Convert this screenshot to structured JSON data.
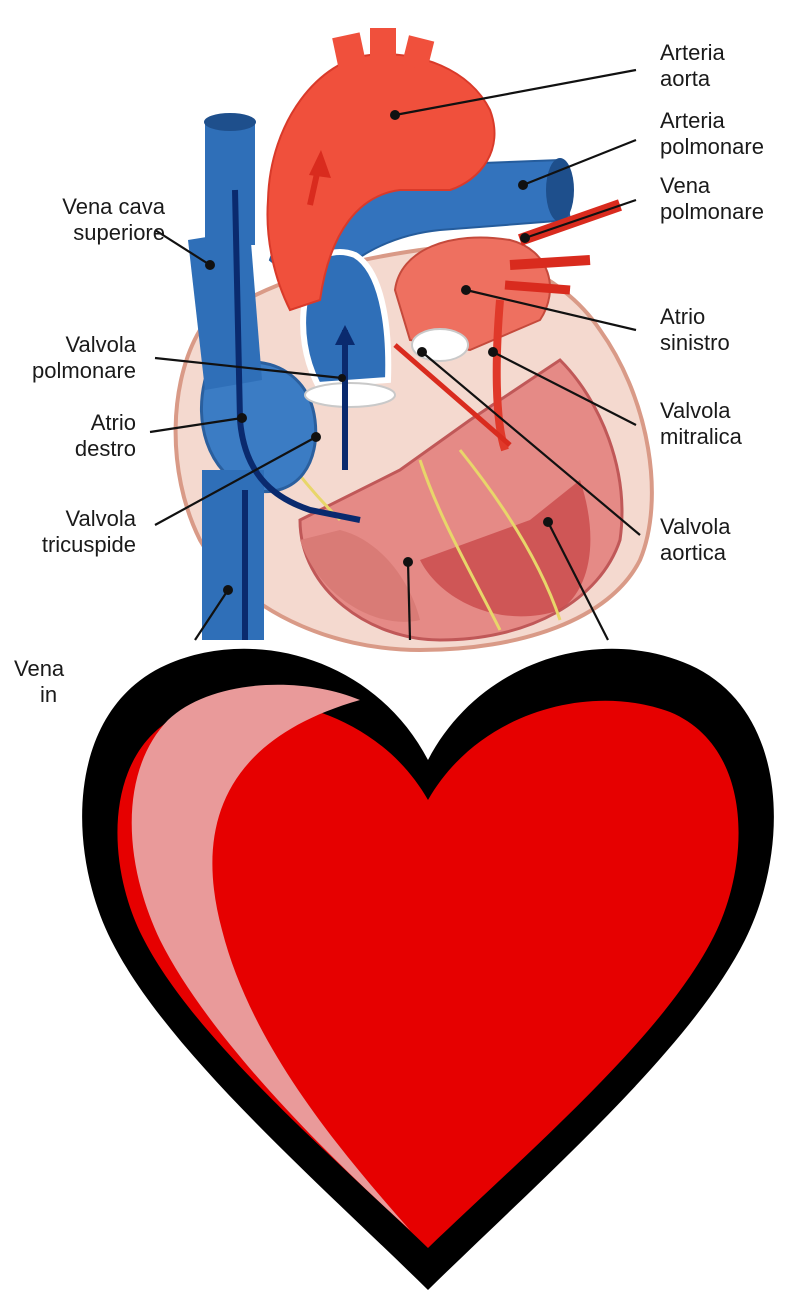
{
  "diagram": {
    "labels": [
      {
        "key": "arteria_aorta",
        "lines": [
          "Arteria",
          "aorta"
        ]
      },
      {
        "key": "arteria_polmonare",
        "lines": [
          "Arteria",
          "polmonare"
        ]
      },
      {
        "key": "vena_polmonare",
        "lines": [
          "Vena",
          "polmonare"
        ]
      },
      {
        "key": "vena_cava_superiore",
        "lines": [
          "Vena cava",
          "superiore"
        ]
      },
      {
        "key": "atrio_sinistro",
        "lines": [
          "Atrio",
          "sinistro"
        ]
      },
      {
        "key": "valvola_polmonare",
        "lines": [
          "Valvola",
          "polmonare"
        ]
      },
      {
        "key": "atrio_destro",
        "lines": [
          "Atrio",
          "destro"
        ]
      },
      {
        "key": "valvola_mitralica",
        "lines": [
          "Valvola",
          "mitralica"
        ]
      },
      {
        "key": "valvola_tricuspide",
        "lines": [
          "Valvola",
          "tricuspide"
        ]
      },
      {
        "key": "valvola_aortica",
        "lines": [
          "Valvola",
          "aortica"
        ]
      },
      {
        "key": "vena_cava_inferiore_cut",
        "lines": [
          "Vena",
          "in"
        ]
      }
    ]
  },
  "images": [
    {
      "name": "heart-anatomy-illustration",
      "kind": "anatomical diagram"
    },
    {
      "name": "heart-icon",
      "kind": "clip-art heart"
    }
  ],
  "colors": {
    "artery_red": "#f0503c",
    "vein_blue": "#2f6fb8",
    "heart_red": "#e60000",
    "heart_outline": "#000000",
    "heart_highlight": "#e99a9a"
  }
}
